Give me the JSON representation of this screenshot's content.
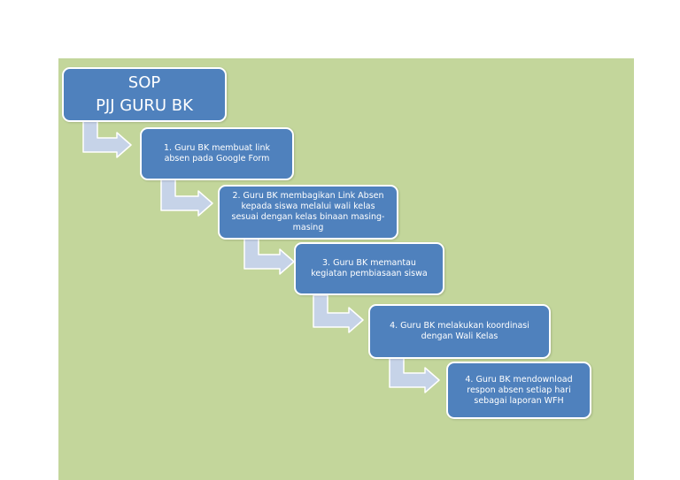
{
  "title": {
    "line1": "SOP",
    "line2": "PJJ GURU BK"
  },
  "steps": [
    {
      "lines": [
        "1. Guru BK membuat link",
        "absen pada Google Form"
      ]
    },
    {
      "lines": [
        "2. Guru BK membagikan Link Absen",
        "kepada siswa melalui wali kelas",
        "sesuai dengan kelas binaan masing-",
        "masing"
      ]
    },
    {
      "lines": [
        "3. Guru BK memantau",
        "kegiatan pembiasaan siswa"
      ]
    },
    {
      "lines": [
        "4. Guru BK melakukan koordinasi",
        "dengan Wali Kelas"
      ]
    },
    {
      "lines": [
        "4. Guru BK mendownload",
        "respon absen setiap hari",
        "sebagai laporan WFH"
      ]
    }
  ],
  "colors": {
    "background": "#c3d69b",
    "box_fill": "#4f81bd",
    "box_border": "#ffffff",
    "arrow_fill": "#c6d3e8"
  }
}
